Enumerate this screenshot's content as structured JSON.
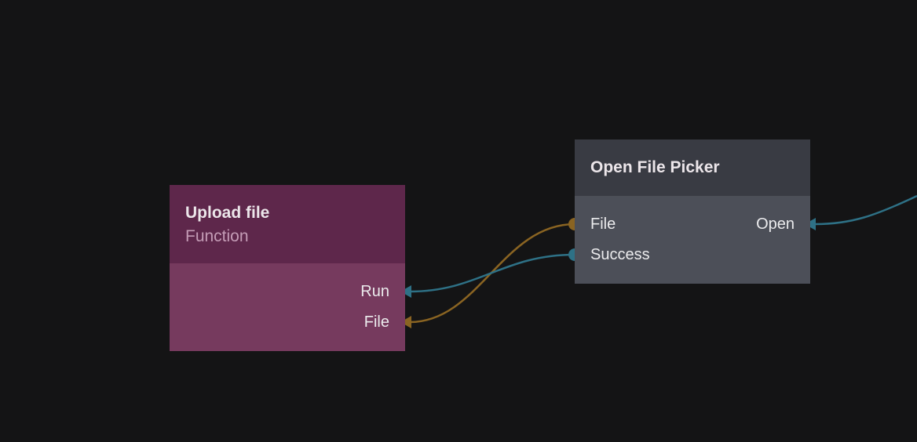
{
  "nodes": {
    "upload": {
      "title": "Upload file",
      "subtitle": "Function",
      "inputs": {
        "run": "Run",
        "file": "File"
      },
      "header_color": "#5e274b",
      "body_color": "#763a5e"
    },
    "picker": {
      "title": "Open File Picker",
      "outputs": {
        "file": "File",
        "success": "Success"
      },
      "inputs": {
        "open": "Open"
      },
      "header_color": "#393b43",
      "body_color": "#4c4f58"
    }
  },
  "connection_colors": {
    "signal": "#2e7186",
    "data": "#8a6422"
  },
  "canvas_background": "#141415"
}
